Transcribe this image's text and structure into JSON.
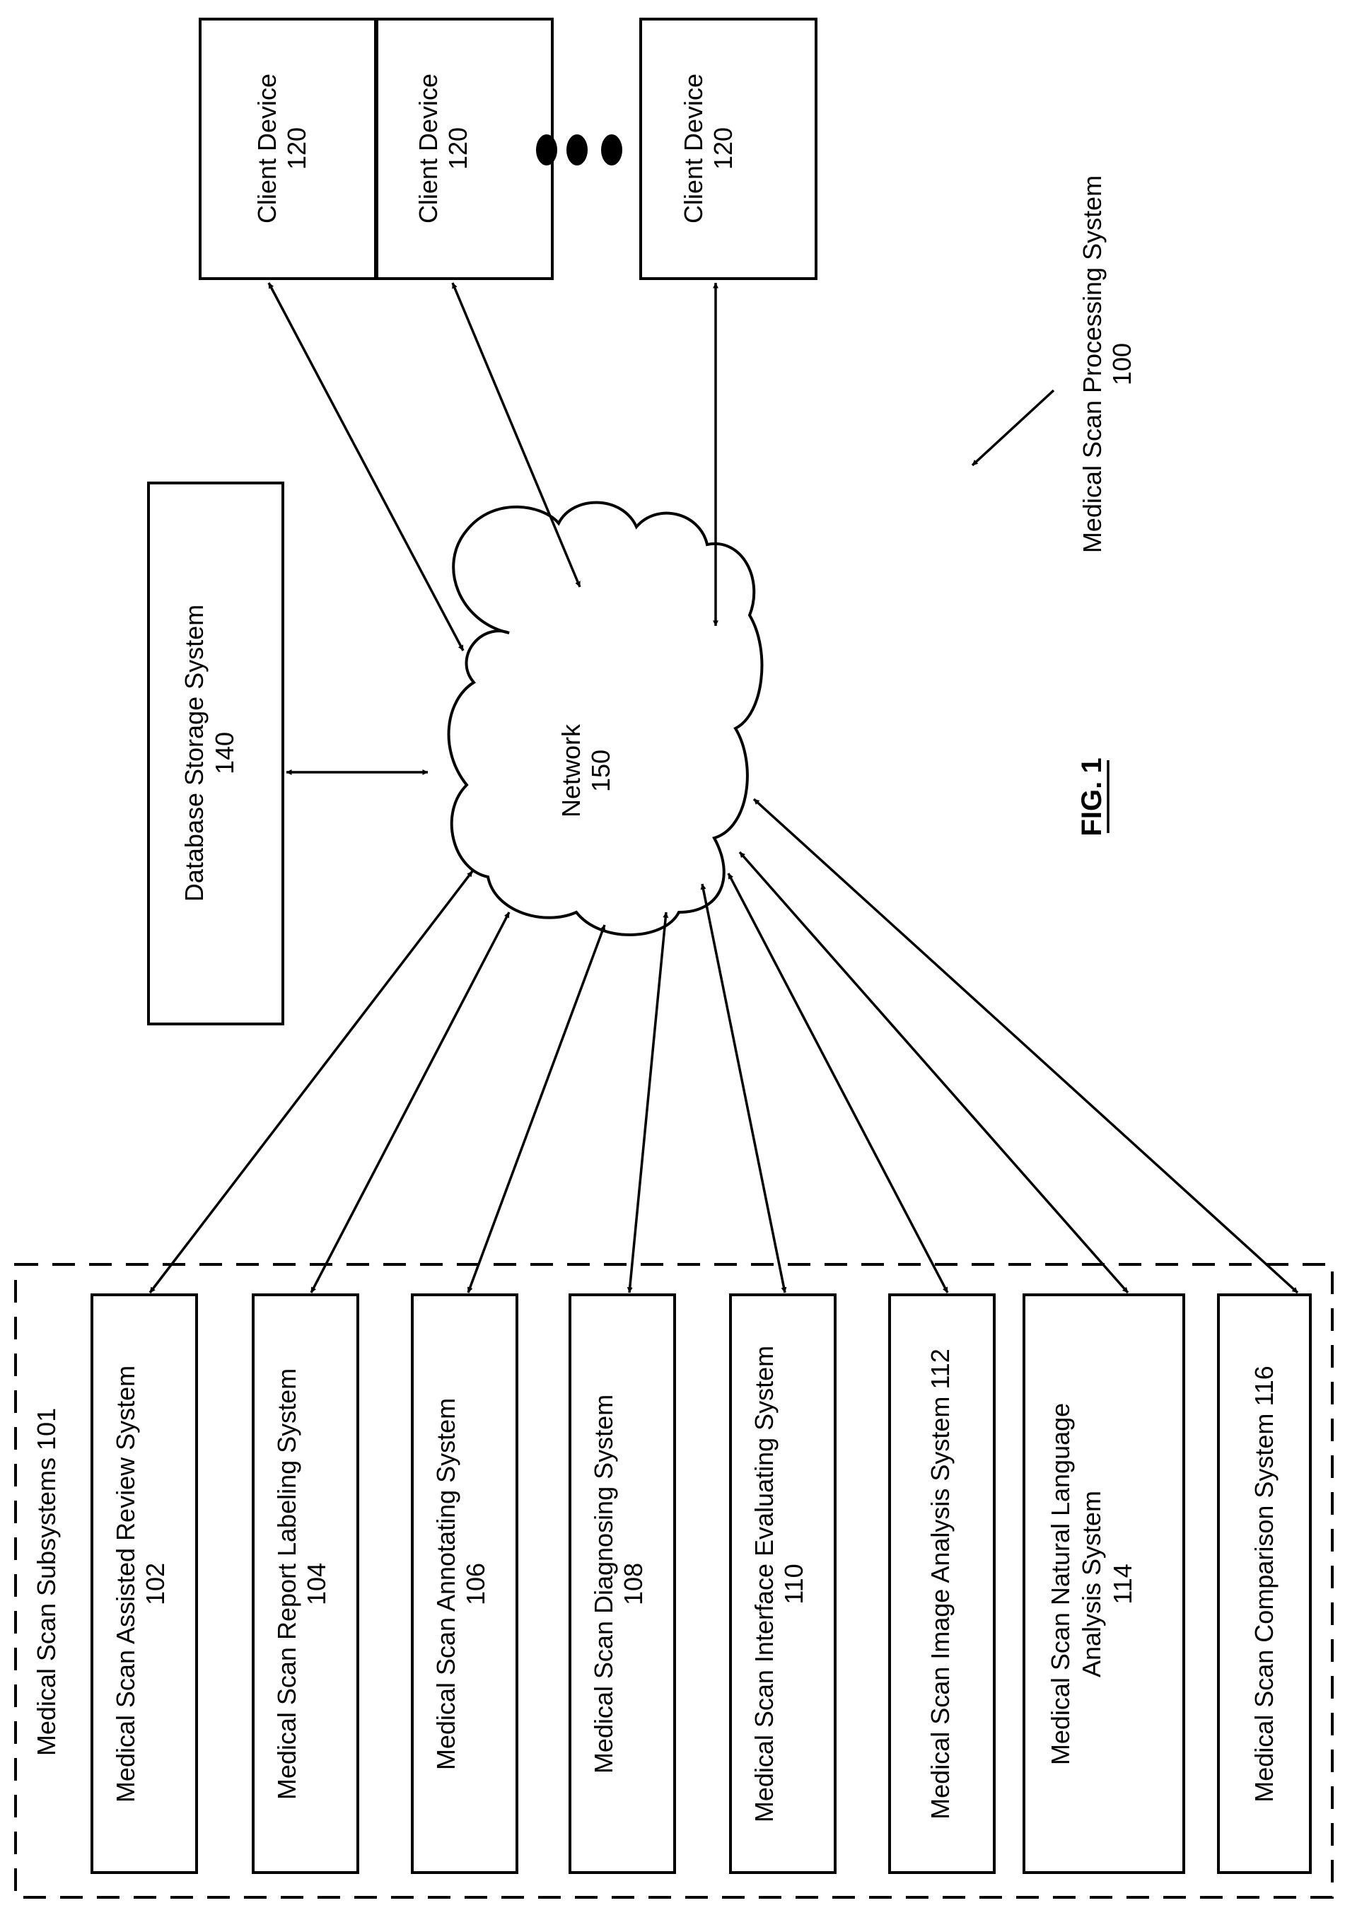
{
  "figure_label": "FIG. 1",
  "system": {
    "name": "Medical Scan Processing System",
    "number": "100"
  },
  "network": {
    "name": "Network",
    "number": "150"
  },
  "database": {
    "name": "Database Storage System",
    "number": "140"
  },
  "clients": [
    {
      "name": "Client Device",
      "number": "120"
    },
    {
      "name": "Client Device",
      "number": "120"
    },
    {
      "name": "Client Device",
      "number": "120"
    }
  ],
  "subsystems_group": {
    "title": "Medical Scan Subsystems 101"
  },
  "subsystems": [
    {
      "line1": "Medical Scan Assisted Review System",
      "line2": "102"
    },
    {
      "line1": "Medical Scan Report Labeling System",
      "line2": "104"
    },
    {
      "line1": "Medical Scan Annotating System",
      "line2": "106"
    },
    {
      "line1": "Medical Scan Diagnosing System",
      "line2": "108"
    },
    {
      "line1": "Medical Scan Interface Evaluating System",
      "line2": "110"
    },
    {
      "line1": "Medical Scan Image Analysis System 112"
    },
    {
      "line1": "Medical Scan Natural Language",
      "line2": "Analysis System",
      "line3": "114"
    },
    {
      "line1": "Medical Scan Comparison System 116"
    }
  ]
}
